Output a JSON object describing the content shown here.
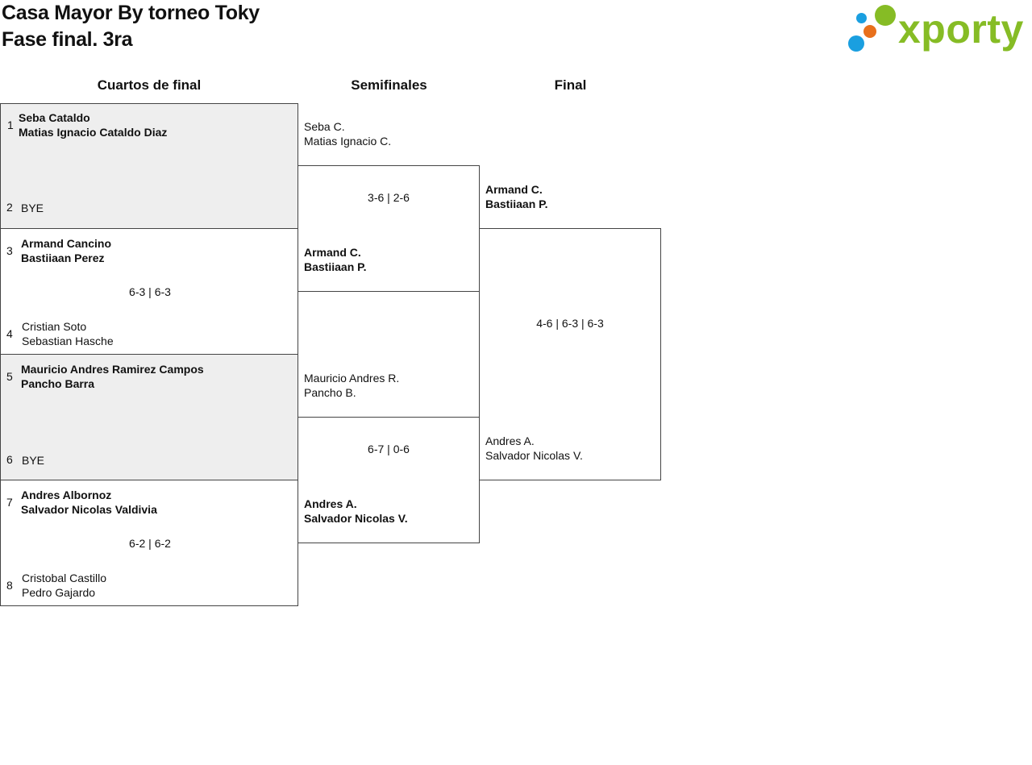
{
  "header": {
    "title_line1": "Casa Mayor By torneo Toky",
    "title_line2": "Fase final. 3ra"
  },
  "logo": {
    "text": "xporty",
    "colors": {
      "green": "#86bc25",
      "blue": "#1a9fe0",
      "orange": "#e8701c"
    }
  },
  "rounds": {
    "quarterfinals": "Cuartos de final",
    "semifinals": "Semifinales",
    "final": "Final"
  },
  "quarterfinals": [
    {
      "top": {
        "seed": "1",
        "p1": "Seba Cataldo",
        "p2": "Matias Ignacio Cataldo Diaz",
        "winner": true
      },
      "bottom": {
        "seed": "2",
        "p1": "BYE",
        "p2": "",
        "winner": false
      },
      "score": ""
    },
    {
      "top": {
        "seed": "3",
        "p1": "Armand Cancino",
        "p2": "Bastiiaan Perez",
        "winner": true
      },
      "bottom": {
        "seed": "4",
        "p1": "Cristian Soto",
        "p2": "Sebastian Hasche",
        "winner": false
      },
      "score": "6-3 | 6-3"
    },
    {
      "top": {
        "seed": "5",
        "p1": "Mauricio Andres Ramirez Campos",
        "p2": "Pancho Barra",
        "winner": true
      },
      "bottom": {
        "seed": "6",
        "p1": "BYE",
        "p2": "",
        "winner": false
      },
      "score": ""
    },
    {
      "top": {
        "seed": "7",
        "p1": "Andres Albornoz",
        "p2": "Salvador Nicolas Valdivia",
        "winner": true
      },
      "bottom": {
        "seed": "8",
        "p1": "Cristobal Castillo",
        "p2": "Pedro Gajardo",
        "winner": false
      },
      "score": "6-2 | 6-2"
    }
  ],
  "semifinals": [
    {
      "top": {
        "p1": "Seba C.",
        "p2": "Matias Ignacio C.",
        "winner": false
      },
      "bottom": {
        "p1": "Armand C.",
        "p2": "Bastiiaan P.",
        "winner": true
      },
      "score": "3-6 | 2-6"
    },
    {
      "top": {
        "p1": "Mauricio Andres R.",
        "p2": "Pancho B.",
        "winner": false
      },
      "bottom": {
        "p1": "Andres A.",
        "p2": "Salvador Nicolas V.",
        "winner": true
      },
      "score": "6-7 | 0-6"
    }
  ],
  "final": {
    "top": {
      "p1": "Armand C.",
      "p2": "Bastiiaan P.",
      "winner": true
    },
    "bottom": {
      "p1": "Andres A.",
      "p2": "Salvador Nicolas V.",
      "winner": false
    },
    "score": "4-6 | 6-3 | 6-3"
  }
}
